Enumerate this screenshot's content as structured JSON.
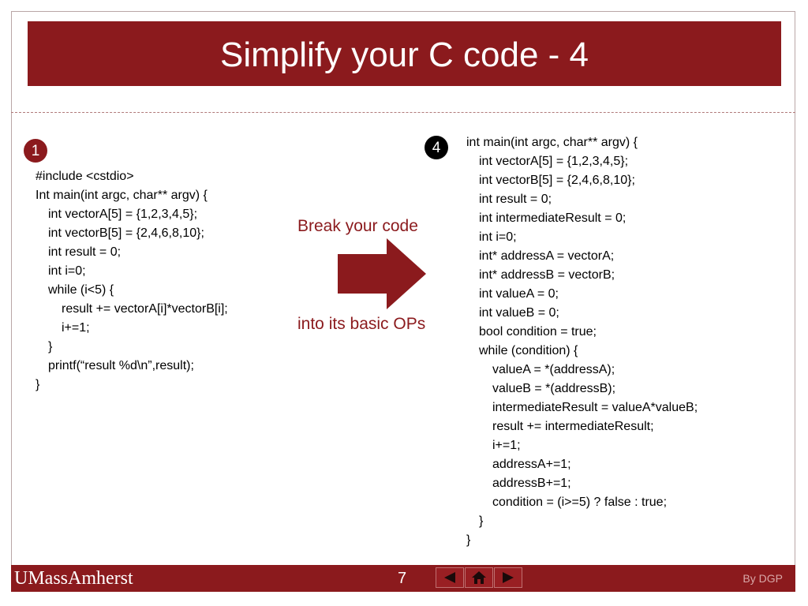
{
  "slide": {
    "title": "Simplify your C code - 4"
  },
  "left": {
    "badge": "1",
    "lines": [
      {
        "text": "#include <cstdio>",
        "indent": 0
      },
      {
        "text": "Int main(int argc, char** argv) {",
        "indent": 0
      },
      {
        "text": "int vectorA[5] = {1,2,3,4,5};",
        "indent": 1
      },
      {
        "text": "int vectorB[5] = {2,4,6,8,10};",
        "indent": 1
      },
      {
        "text": "int result = 0;",
        "indent": 1
      },
      {
        "text": "int i=0;",
        "indent": 1
      },
      {
        "text": "while (i<5) {",
        "indent": 1
      },
      {
        "text": "result += vectorA[i]*vectorB[i];",
        "indent": 2
      },
      {
        "text": "i+=1;",
        "indent": 2
      },
      {
        "text": "}",
        "indent": 1
      },
      {
        "text": "printf(“result %d\\n”,result);",
        "indent": 1
      },
      {
        "text": "}",
        "indent": 0
      }
    ]
  },
  "middle": {
    "caption_top": "Break your code",
    "caption_bottom": "into its basic OPs",
    "arrow_icon": "right-arrow-icon",
    "accent_color": "#8b1a1d"
  },
  "right": {
    "badge": "4",
    "lines": [
      {
        "text": "int main(int argc, char** argv) {",
        "indent": 0
      },
      {
        "text": "int vectorA[5] = {1,2,3,4,5};",
        "indent": 1
      },
      {
        "text": "int vectorB[5] = {2,4,6,8,10};",
        "indent": 1
      },
      {
        "text": "int result = 0;",
        "indent": 1
      },
      {
        "text": "int intermediateResult = 0;",
        "indent": 1
      },
      {
        "text": "int i=0;",
        "indent": 1
      },
      {
        "text": "int* addressA = vectorA;",
        "indent": 1
      },
      {
        "text": "int* addressB = vectorB;",
        "indent": 1
      },
      {
        "text": "int valueA = 0;",
        "indent": 1
      },
      {
        "text": "int valueB = 0;",
        "indent": 1
      },
      {
        "text": "bool condition = true;",
        "indent": 1
      },
      {
        "text": "while (condition) {",
        "indent": 1
      },
      {
        "text": "valueA = *(addressA);",
        "indent": 2
      },
      {
        "text": "valueB = *(addressB);",
        "indent": 2
      },
      {
        "text": "intermediateResult = valueA*valueB;",
        "indent": 2
      },
      {
        "text": "result += intermediateResult;",
        "indent": 2
      },
      {
        "text": "i+=1;",
        "indent": 2
      },
      {
        "text": "addressA+=1;",
        "indent": 2
      },
      {
        "text": "addressB+=1;",
        "indent": 2
      },
      {
        "text": "condition = (i>=5) ? false : true;",
        "indent": 2
      },
      {
        "text": "}",
        "indent": 1
      },
      {
        "text": "}",
        "indent": 0
      }
    ]
  },
  "footer": {
    "logo": "UMassAmherst",
    "page_number": "7",
    "credit": "By DGP",
    "nav": [
      {
        "name": "prev-slide-button",
        "icon": "left-triangle-icon"
      },
      {
        "name": "home-button",
        "icon": "home-icon"
      },
      {
        "name": "next-slide-button",
        "icon": "right-triangle-icon"
      }
    ],
    "brand_color": "#8b1a1d"
  }
}
